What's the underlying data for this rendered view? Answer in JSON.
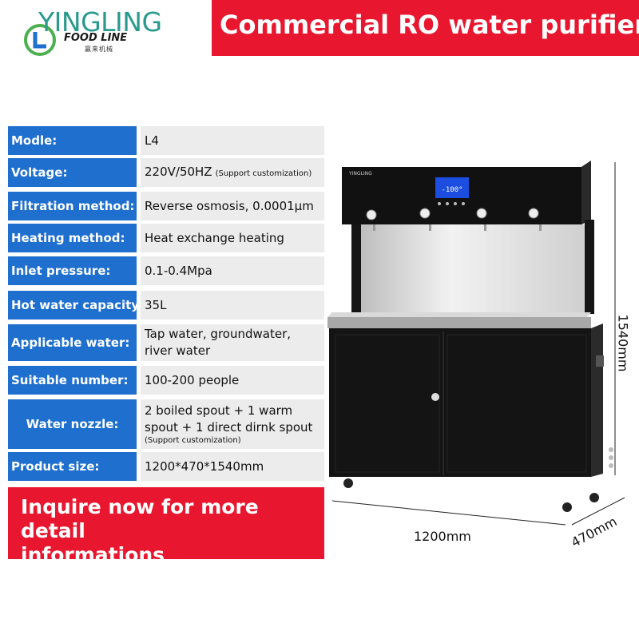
{
  "header": {
    "brand": "YINGLING",
    "brand_sub": "FOOD LINE",
    "brand_cn": "赢来机械",
    "title": "Commercial RO water purifier"
  },
  "specs": [
    {
      "label": "Modle:",
      "value": "L4"
    },
    {
      "label": "Voltage:",
      "value": "220V/50HZ",
      "note": "(Support customization)"
    },
    {
      "label": "Filtration method:",
      "value": "Reverse osmosis, 0.0001μm"
    },
    {
      "label": "Heating method:",
      "value": "Heat exchange heating"
    },
    {
      "label": "Inlet pressure:",
      "value": "0.1-0.4Mpa"
    },
    {
      "label": "Hot water capacity:",
      "value": "35L"
    },
    {
      "label": "Applicable water:",
      "value": "Tap water, groundwater,",
      "value2": "river water"
    },
    {
      "label": "Suitable number:",
      "value": "100-200 people"
    },
    {
      "label": "Water nozzle:",
      "value": "2 boiled spout + 1 warm",
      "value2": "spout + 1 direct dirnk spout",
      "note": "(Support customization)"
    },
    {
      "label": "Product size:",
      "value": "1200*470*1540mm"
    }
  ],
  "cta": {
    "line1": "Inquire now for more detail",
    "line2": "informations"
  },
  "product": {
    "panel_brand": "YINGLING",
    "display_text": "-100°",
    "dim_width": "1200mm",
    "dim_depth": "470mm",
    "dim_height": "1540mm"
  },
  "colors": {
    "brand_red": "#e8172f",
    "label_blue": "#1e6fce",
    "value_grey": "#ececec",
    "logo_teal": "#2a9a8e"
  }
}
